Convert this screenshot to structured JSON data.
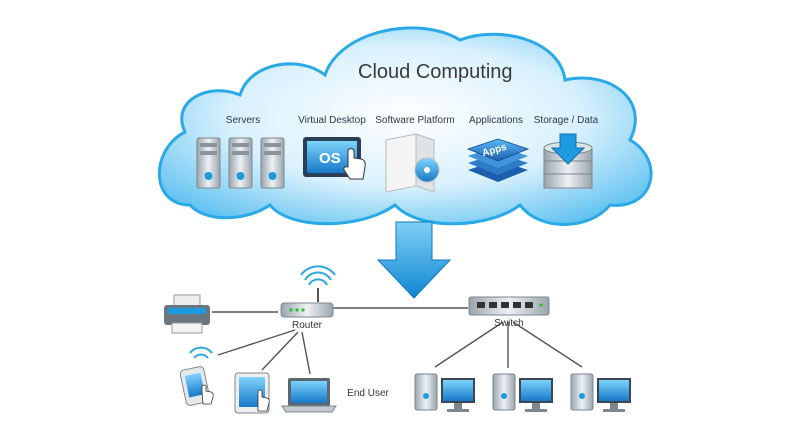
{
  "diagram": {
    "title": "Cloud Computing",
    "categories": [
      {
        "label": "Servers",
        "icon": "server-rack-icon"
      },
      {
        "label": "Virtual Desktop",
        "icon": "virtual-desktop-icon"
      },
      {
        "label": "Software Platform",
        "icon": "software-box-icon"
      },
      {
        "label": "Applications",
        "icon": "apps-stack-icon"
      },
      {
        "label": "Storage / Data",
        "icon": "storage-database-icon"
      }
    ],
    "os_label": "OS",
    "apps_label": "Apps",
    "network": {
      "router_label": "Router",
      "switch_label": "Switch",
      "end_user_label": "End User"
    },
    "colors": {
      "cloud_fill": "#bfe6fb",
      "cloud_edge": "#29a9e8",
      "arrow": "#1e9be0",
      "link_line": "#555555"
    }
  }
}
